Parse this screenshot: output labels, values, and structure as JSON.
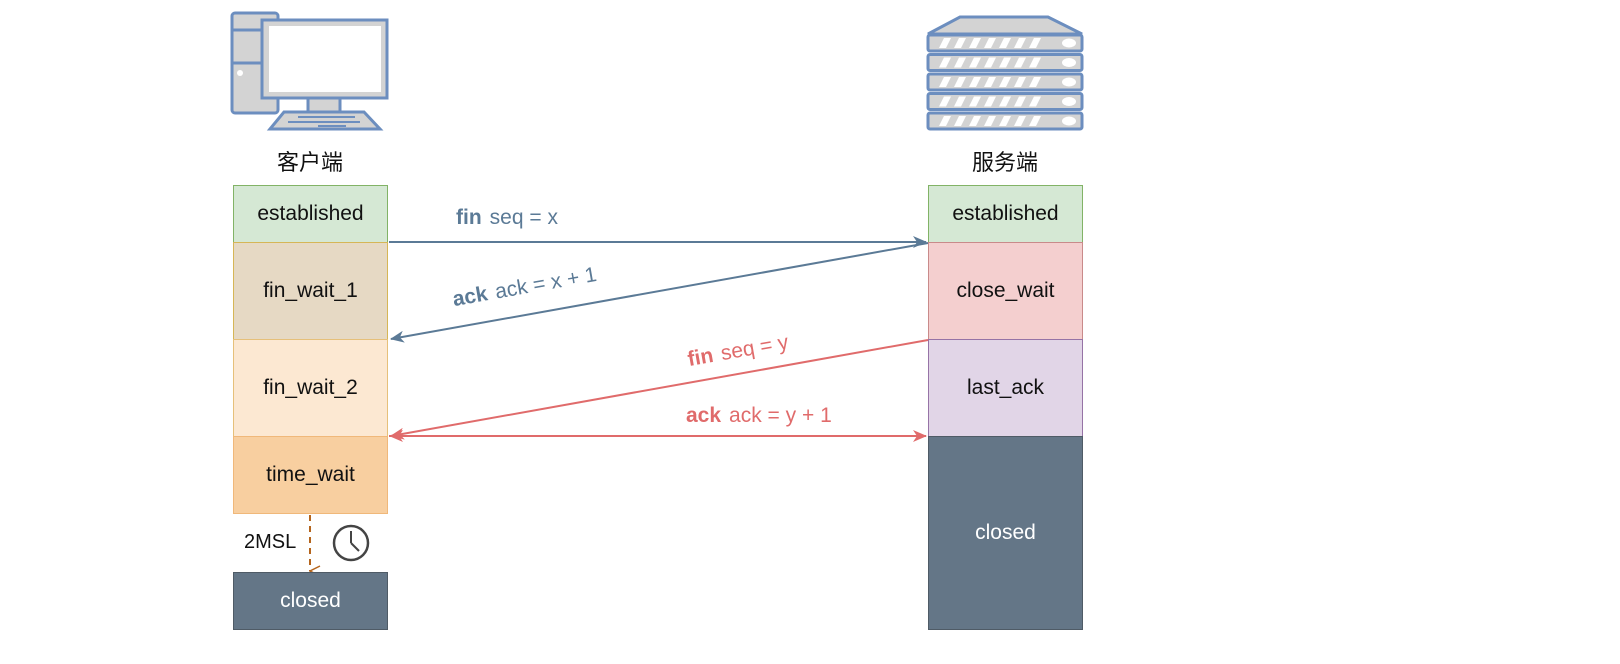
{
  "client": {
    "caption": "客户端",
    "icon": "desktop-computer-icon",
    "states": [
      {
        "id": "established",
        "label": "established",
        "fill": "#d5e8d4",
        "stroke": "#82b366"
      },
      {
        "id": "fin_wait_1",
        "label": "fin_wait_1",
        "fill": "#e6d9c4",
        "stroke": "#d6b656"
      },
      {
        "id": "fin_wait_2",
        "label": "fin_wait_2",
        "fill": "#fce8d2",
        "stroke": "#e6c07a"
      },
      {
        "id": "time_wait",
        "label": "time_wait",
        "fill": "#f8cfa0",
        "stroke": "#f0b87a"
      },
      {
        "id": "closed",
        "label": "closed",
        "fill": "#647687",
        "stroke": "#4f5b66",
        "text_color": "#ffffff"
      }
    ],
    "timer": {
      "label": "2MSL",
      "icon": "clock-icon"
    }
  },
  "server": {
    "caption": "服务端",
    "icon": "server-rack-icon",
    "states": [
      {
        "id": "established",
        "label": "established",
        "fill": "#d5e8d4",
        "stroke": "#82b366"
      },
      {
        "id": "close_wait",
        "label": "close_wait",
        "fill": "#f4cfcf",
        "stroke": "#c98a8a"
      },
      {
        "id": "last_ack",
        "label": "last_ack",
        "fill": "#e1d5e7",
        "stroke": "#9673a6"
      },
      {
        "id": "closed",
        "label": "closed",
        "fill": "#647687",
        "stroke": "#4f5b66",
        "text_color": "#ffffff"
      }
    ]
  },
  "messages": [
    {
      "flag": "fin",
      "text": "seq = x",
      "direction": "client-to-server",
      "color": "#5b7a96"
    },
    {
      "flag": "ack",
      "text": "ack = x + 1",
      "direction": "server-to-client",
      "color": "#5b7a96"
    },
    {
      "flag": "fin",
      "text": "seq = y",
      "direction": "server-to-client",
      "color": "#e06b6b"
    },
    {
      "flag": "ack",
      "text": "ack = y + 1",
      "direction": "client-to-server",
      "color": "#e06b6b"
    }
  ]
}
